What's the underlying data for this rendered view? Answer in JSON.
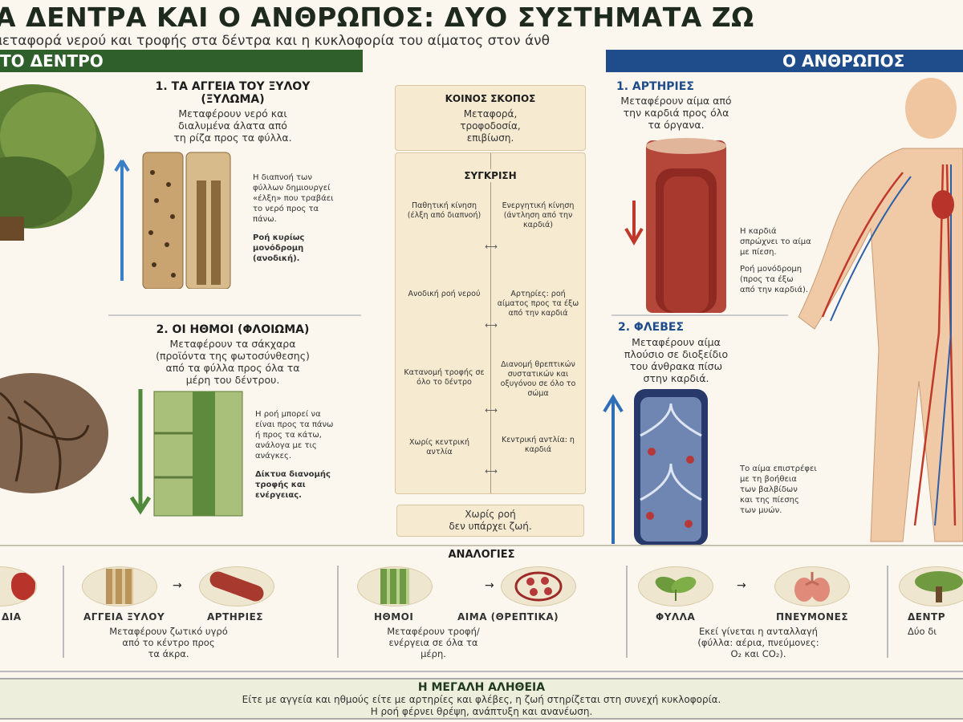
{
  "header": {
    "title": "Α ΔΕΝΤΡΑ ΚΑΙ Ο ΑΝΘΡΩΠΟΣ: ΔΥΟ ΣΥΣΤΗΜΑΤΑ ΖΩ",
    "subtitle": "μεταφορά νερού και τροφής στα δέντρα και η κυκλοφορία του αίματος στον άνθ",
    "tree_bar": "ΤΟ ΔΕΝΤΡΟ",
    "human_bar": "Ο ΑΝΘΡΩΠΟΣ",
    "colors": {
      "green": "#2f5f2b",
      "blue": "#1f4c8a",
      "background": "#fbf7ee"
    }
  },
  "tree": {
    "xylem": {
      "heading1": "1. ΤΑ ΑΓΓΕΙΑ ΤΟΥ ΞΥΛΟΥ",
      "heading2": "(ΞΥΛΩΜΑ)",
      "lines": [
        "Μεταφέρουν νερό και",
        "διαλυμένα άλατα από",
        "τη ρίζα προς τα φύλλα."
      ],
      "note": [
        "Η διαπνοή των",
        "φύλλων δημιουργεί",
        "«έλξη» που τραβάει",
        "το νερό προς τα",
        "πάνω."
      ],
      "note_bold": [
        "Ροή κυρίως",
        "μονόδρομη",
        "(ανοδική)."
      ]
    },
    "phloem": {
      "heading": "2. ΟΙ ΗΘΜΟΙ (ΦΛΟΙΩΜΑ)",
      "lines": [
        "Μεταφέρουν τα σάκχαρα",
        "(προϊόντα της φωτοσύνθεσης)",
        "από τα φύλλα προς όλα τα",
        "μέρη του δέντρου."
      ],
      "note": [
        "Η ροή μπορεί να",
        "είναι προς τα πάνω",
        "ή προς τα κάτω,",
        "ανάλογα με τις",
        "ανάγκες."
      ],
      "note_bold": [
        "Δίκτυα διανομής",
        "τροφής και",
        "ενέργειας."
      ]
    }
  },
  "center": {
    "purpose_title": "ΚΟΙΝΟΣ ΣΚΟΠΟΣ",
    "purpose_lines": [
      "Μεταφορά,",
      "τροφοδοσία,",
      "επιβίωση."
    ],
    "compare_title": "ΣΥΓΚΡΙΣΗ",
    "rows": [
      {
        "left": "Παθητική κίνηση (έλξη από διαπνοή)",
        "right": "Ενεργητική κίνηση (άντληση από την καρδιά)"
      },
      {
        "left": "Ανοδική ροή νερού",
        "right": "Αρτηρίες: ροή αίματος προς τα έξω από την καρδιά"
      },
      {
        "left": "Κατανομή τροφής σε όλο το δέντρο",
        "right": "Διανομή θρεπτικών συστατικών και οξυγόνου σε όλο το σώμα"
      },
      {
        "left": "Χωρίς κεντρική αντλία",
        "right": "Κεντρική αντλία: η καρδιά"
      }
    ],
    "arrow": "⟷",
    "footer_lines": [
      "Χωρίς ροή",
      "δεν υπάρχει ζωή."
    ]
  },
  "human": {
    "arteries": {
      "heading": "1. ΑΡΤΗΡΙΕΣ",
      "lines": [
        "Μεταφέρουν αίμα από",
        "την καρδιά προς όλα",
        "τα όργανα."
      ],
      "note": [
        "Η καρδιά",
        "σπρώχνει το αίμα",
        "με πίεση."
      ],
      "note2": [
        "Ροή μονόδρομη",
        "(προς τα έξω",
        "από την καρδιά)."
      ]
    },
    "veins": {
      "heading": "2. ΦΛΕΒΕΣ",
      "lines": [
        "Μεταφέρουν αίμα",
        "πλούσιο σε διοξείδιο",
        "του άνθρακα πίσω",
        "στην καρδιά."
      ],
      "note": [
        "Το αίμα επιστρέφει",
        "με τη βοήθεια",
        "των βαλβίδων",
        "και της πίεσης",
        "των μυών."
      ]
    }
  },
  "analogies": {
    "title": "ΑΝΑΛΟΓΙΕΣ",
    "items": [
      {
        "left": "ΔΙΑ",
        "text": [
          "",
          ""
        ]
      },
      {
        "left": "ΑΓΓΕΙΑ ΞΥΛΟΥ",
        "right": "ΑΡΤΗΡΙΕΣ",
        "text": [
          "Μεταφέρουν ζωτικό υγρό",
          "από το κέντρο προς",
          "τα άκρα."
        ]
      },
      {
        "left": "ΗΘΜΟΙ",
        "right": "ΑΙΜΑ (ΘΡΕΠΤΙΚΑ)",
        "text": [
          "Μεταφέρουν τροφή/",
          "ενέργεια σε όλα τα",
          "μέρη."
        ]
      },
      {
        "left": "ΦΥΛΛΑ",
        "right": "ΠΝΕΥΜΟΝΕΣ",
        "text": [
          "Εκεί γίνεται η ανταλλαγή",
          "(φύλλα: αέρια, πνεύμονες:",
          "O₂ και CO₂)."
        ]
      },
      {
        "left": "ΔΕΝΤΡ",
        "text": [
          "Δύο δι"
        ]
      }
    ],
    "arrow": "→"
  },
  "truth": {
    "title": "Η ΜΕΓΑΛΗ ΑΛΗΘΕΙΑ",
    "line1": "Είτε με αγγεία και ηθμούς είτε με αρτηρίες και φλέβες, η ζωή στηρίζεται στη συνεχή κυκλοφορία.",
    "line2": "Η ροή φέρνει θρέψη, ανάπτυξη και ανανέωση."
  }
}
